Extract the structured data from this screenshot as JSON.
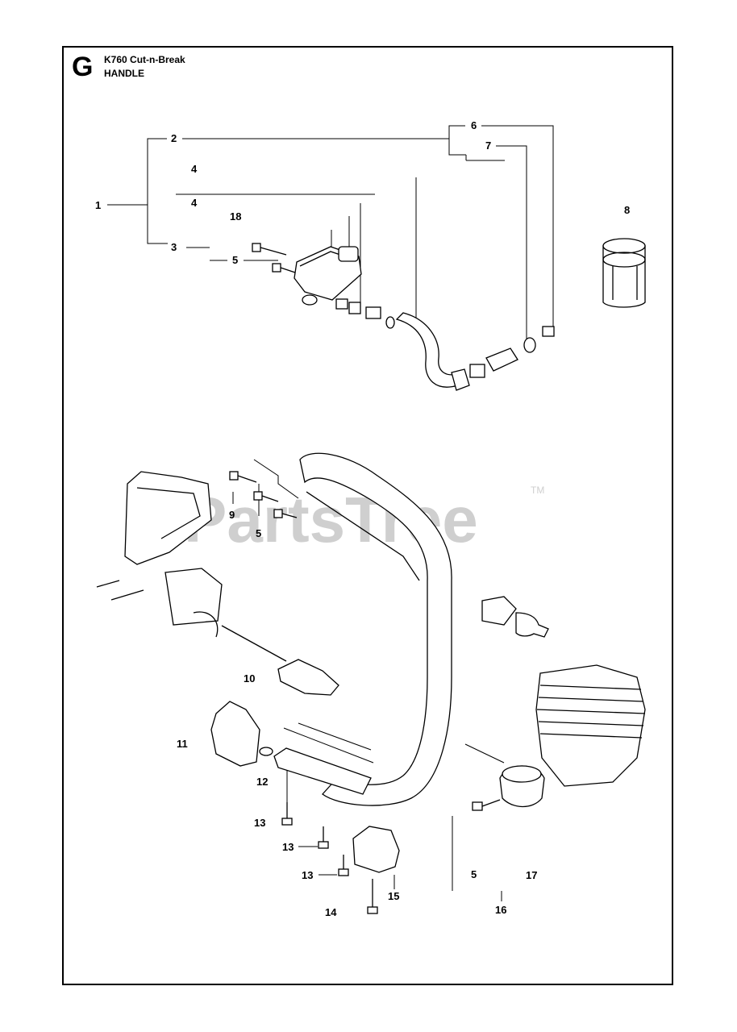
{
  "header": {
    "section_letter": "G",
    "model": "K760 Cut-n-Break",
    "section": "HANDLE"
  },
  "watermark": {
    "text": "PartsTree",
    "trademark": "TM",
    "color": "#cfcfcf"
  },
  "callouts": {
    "c1": "1",
    "c2": "2",
    "c3": "3",
    "c4a": "4",
    "c4b": "4",
    "c18": "18",
    "c5a": "5",
    "c6": "6",
    "c7": "7",
    "c8": "8",
    "c9": "9",
    "c5b": "5",
    "c10": "10",
    "c11": "11",
    "c12": "12",
    "c13a": "13",
    "c13b": "13",
    "c13c": "13",
    "c14": "14",
    "c15": "15",
    "c5c": "5",
    "c17": "17",
    "c16": "16"
  },
  "colors": {
    "line": "#000000",
    "frame": "#000000",
    "background": "#ffffff"
  }
}
